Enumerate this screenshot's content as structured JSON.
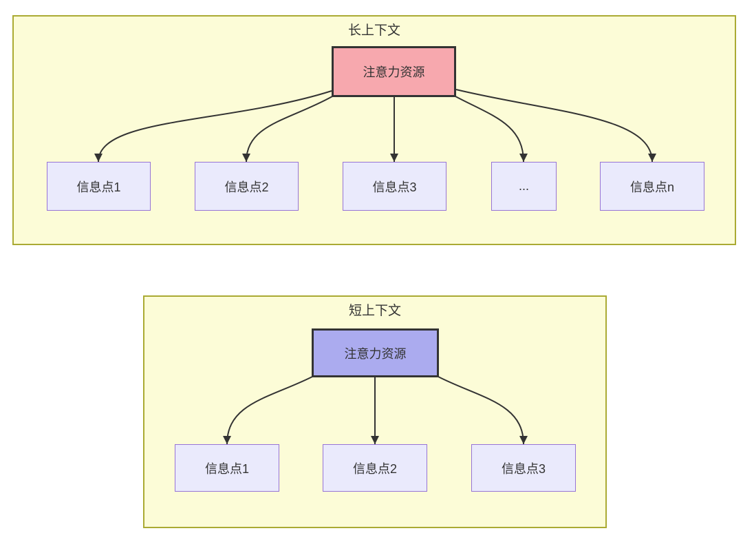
{
  "long_context": {
    "title": "长上下文",
    "source": "注意力资源",
    "targets": [
      "信息点1",
      "信息点2",
      "信息点3",
      "...",
      "信息点n"
    ]
  },
  "short_context": {
    "title": "短上下文",
    "source": "注意力资源",
    "targets": [
      "信息点1",
      "信息点2",
      "信息点3"
    ]
  },
  "colors": {
    "container_bg": "#FCFCD7",
    "container_border": "#AAAA33",
    "long_source_fill": "#F7A8AE",
    "short_source_fill": "#ABABEF",
    "target_fill": "#EAEAFC",
    "target_border": "#9673D6",
    "line": "#333333",
    "text": "#333333"
  }
}
